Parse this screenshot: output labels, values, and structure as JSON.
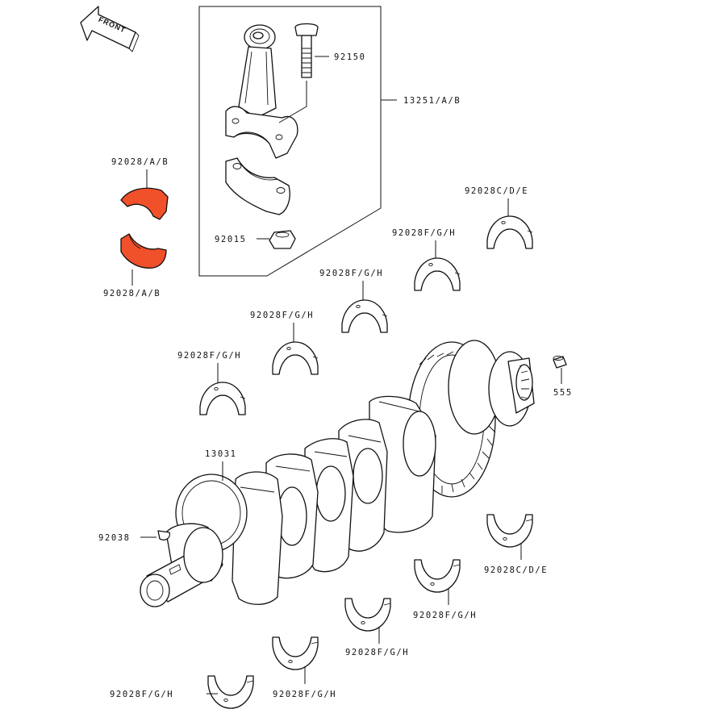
{
  "diagram": {
    "front_label": "FRONT",
    "highlight_color": "#f0502a",
    "labels": {
      "p92150": "92150",
      "p13251": "13251/A/B",
      "p92028ab_top": "92028/A/B",
      "p92028ab_bottom": "92028/A/B",
      "p92015": "92015",
      "p92028cde_top": "92028C/D/E",
      "p92028fgh_1": "92028F/G/H",
      "p92028fgh_2": "92028F/G/H",
      "p92028fgh_3": "92028F/G/H",
      "p92028fgh_4": "92028F/G/H",
      "p555": "555",
      "p13031": "13031",
      "p92038": "92038",
      "p92028cde_bottom": "92028C/D/E",
      "p92028fgh_5": "92028F/G/H",
      "p92028fgh_6": "92028F/G/H",
      "p92028fgh_7": "92028F/G/H",
      "p92028fgh_8": "92028F/G/H"
    }
  }
}
